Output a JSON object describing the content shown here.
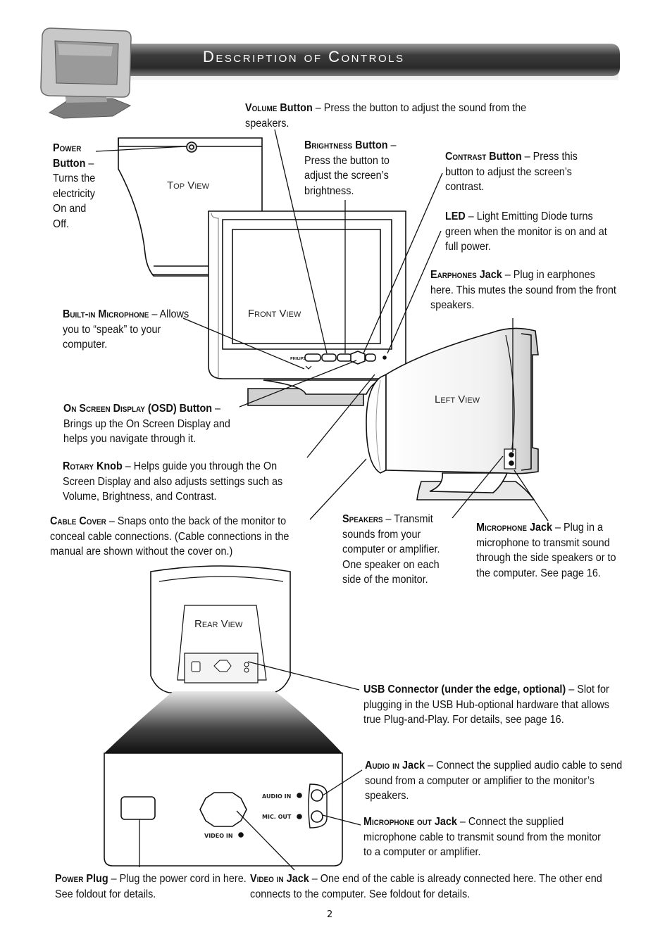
{
  "header": {
    "title": "Description of Controls"
  },
  "views": {
    "top": "Top View",
    "front": "Front View",
    "left": "Left View",
    "rear": "Rear View"
  },
  "panel": {
    "audio_in": "AUDIO IN",
    "mic_out": "MIC. OUT",
    "video_in": "VIDEO IN",
    "brand": "PHILIPS"
  },
  "callouts": {
    "volume": {
      "title": "Volume",
      "bold": " Button",
      "text": " – Press the button to adjust the sound from the speakers."
    },
    "power": {
      "title": "Power",
      "bold": "Button",
      "text": " – Turns the electricity On and Off."
    },
    "brightness": {
      "title": "Brightness",
      "bold": " Button",
      "text": " – Press the button to adjust the screen’s brightness."
    },
    "contrast": {
      "title": "Contrast",
      "bold": " Button",
      "text": " – Press this button to adjust the screen’s contrast."
    },
    "led": {
      "bold": "LED",
      "text": " – Light Emitting Diode turns green when the monitor is on and at full power."
    },
    "earphones": {
      "title": "Earphones",
      "bold": " Jack",
      "text": " – Plug in earphones here. This mutes the sound from the front speakers."
    },
    "microphone_builtin": {
      "title": "Built-in Microphone",
      "text": " – Allows you to “speak” to your computer."
    },
    "osd": {
      "title": "On Screen Display",
      "bold": " (OSD) Button",
      "text": " – Brings up the On Screen Display and helps you navigate through it."
    },
    "rotary": {
      "title": "Rotary",
      "bold": " Knob",
      "text": " – Helps guide you through the On Screen Display and also adjusts settings such as Volume, Brightness, and Contrast."
    },
    "cable_cover": {
      "title": "Cable Cover",
      "text": " – Snaps onto the back of the monitor to conceal cable connections. (Cable connections in the manual are shown without the cover on.)"
    },
    "speakers": {
      "title": "Speakers",
      "text": " – Transmit sounds from your computer or amplifier. One speaker on each side of the monitor."
    },
    "microphone_jack": {
      "title": "Microphone",
      "bold": " Jack",
      "text": " – Plug in a microphone to transmit sound through the side speakers or to the computer. See page 16."
    },
    "usb": {
      "bold": "USB Connector (under the edge, optional)",
      "text": " – Slot for plugging in the USB Hub-optional hardware that allows true Plug-and-Play. For details, see page 16."
    },
    "audio_in": {
      "title": "Audio in",
      "bold": " Jack",
      "text": " – Connect the supplied audio cable to send sound from a computer or amplifier to the monitor’s speakers."
    },
    "mic_out": {
      "title": "Microphone out",
      "bold": " Jack",
      "text": " – Connect the supplied microphone cable to transmit sound from the monitor to a computer or amplifier."
    },
    "power_plug": {
      "title": "Power",
      "bold": " Plug",
      "text": " – Plug the power cord in here. See foldout for details."
    },
    "video_in": {
      "title": "Video in",
      "bold": " Jack",
      "text": " – One end of the cable is already connected here. The other end connects to the computer. See foldout for details."
    }
  },
  "footer": {
    "page": "2"
  },
  "colors": {
    "header_dark": "#3a3a3a",
    "header_light": "#cfcfcf",
    "line": "#111111"
  }
}
